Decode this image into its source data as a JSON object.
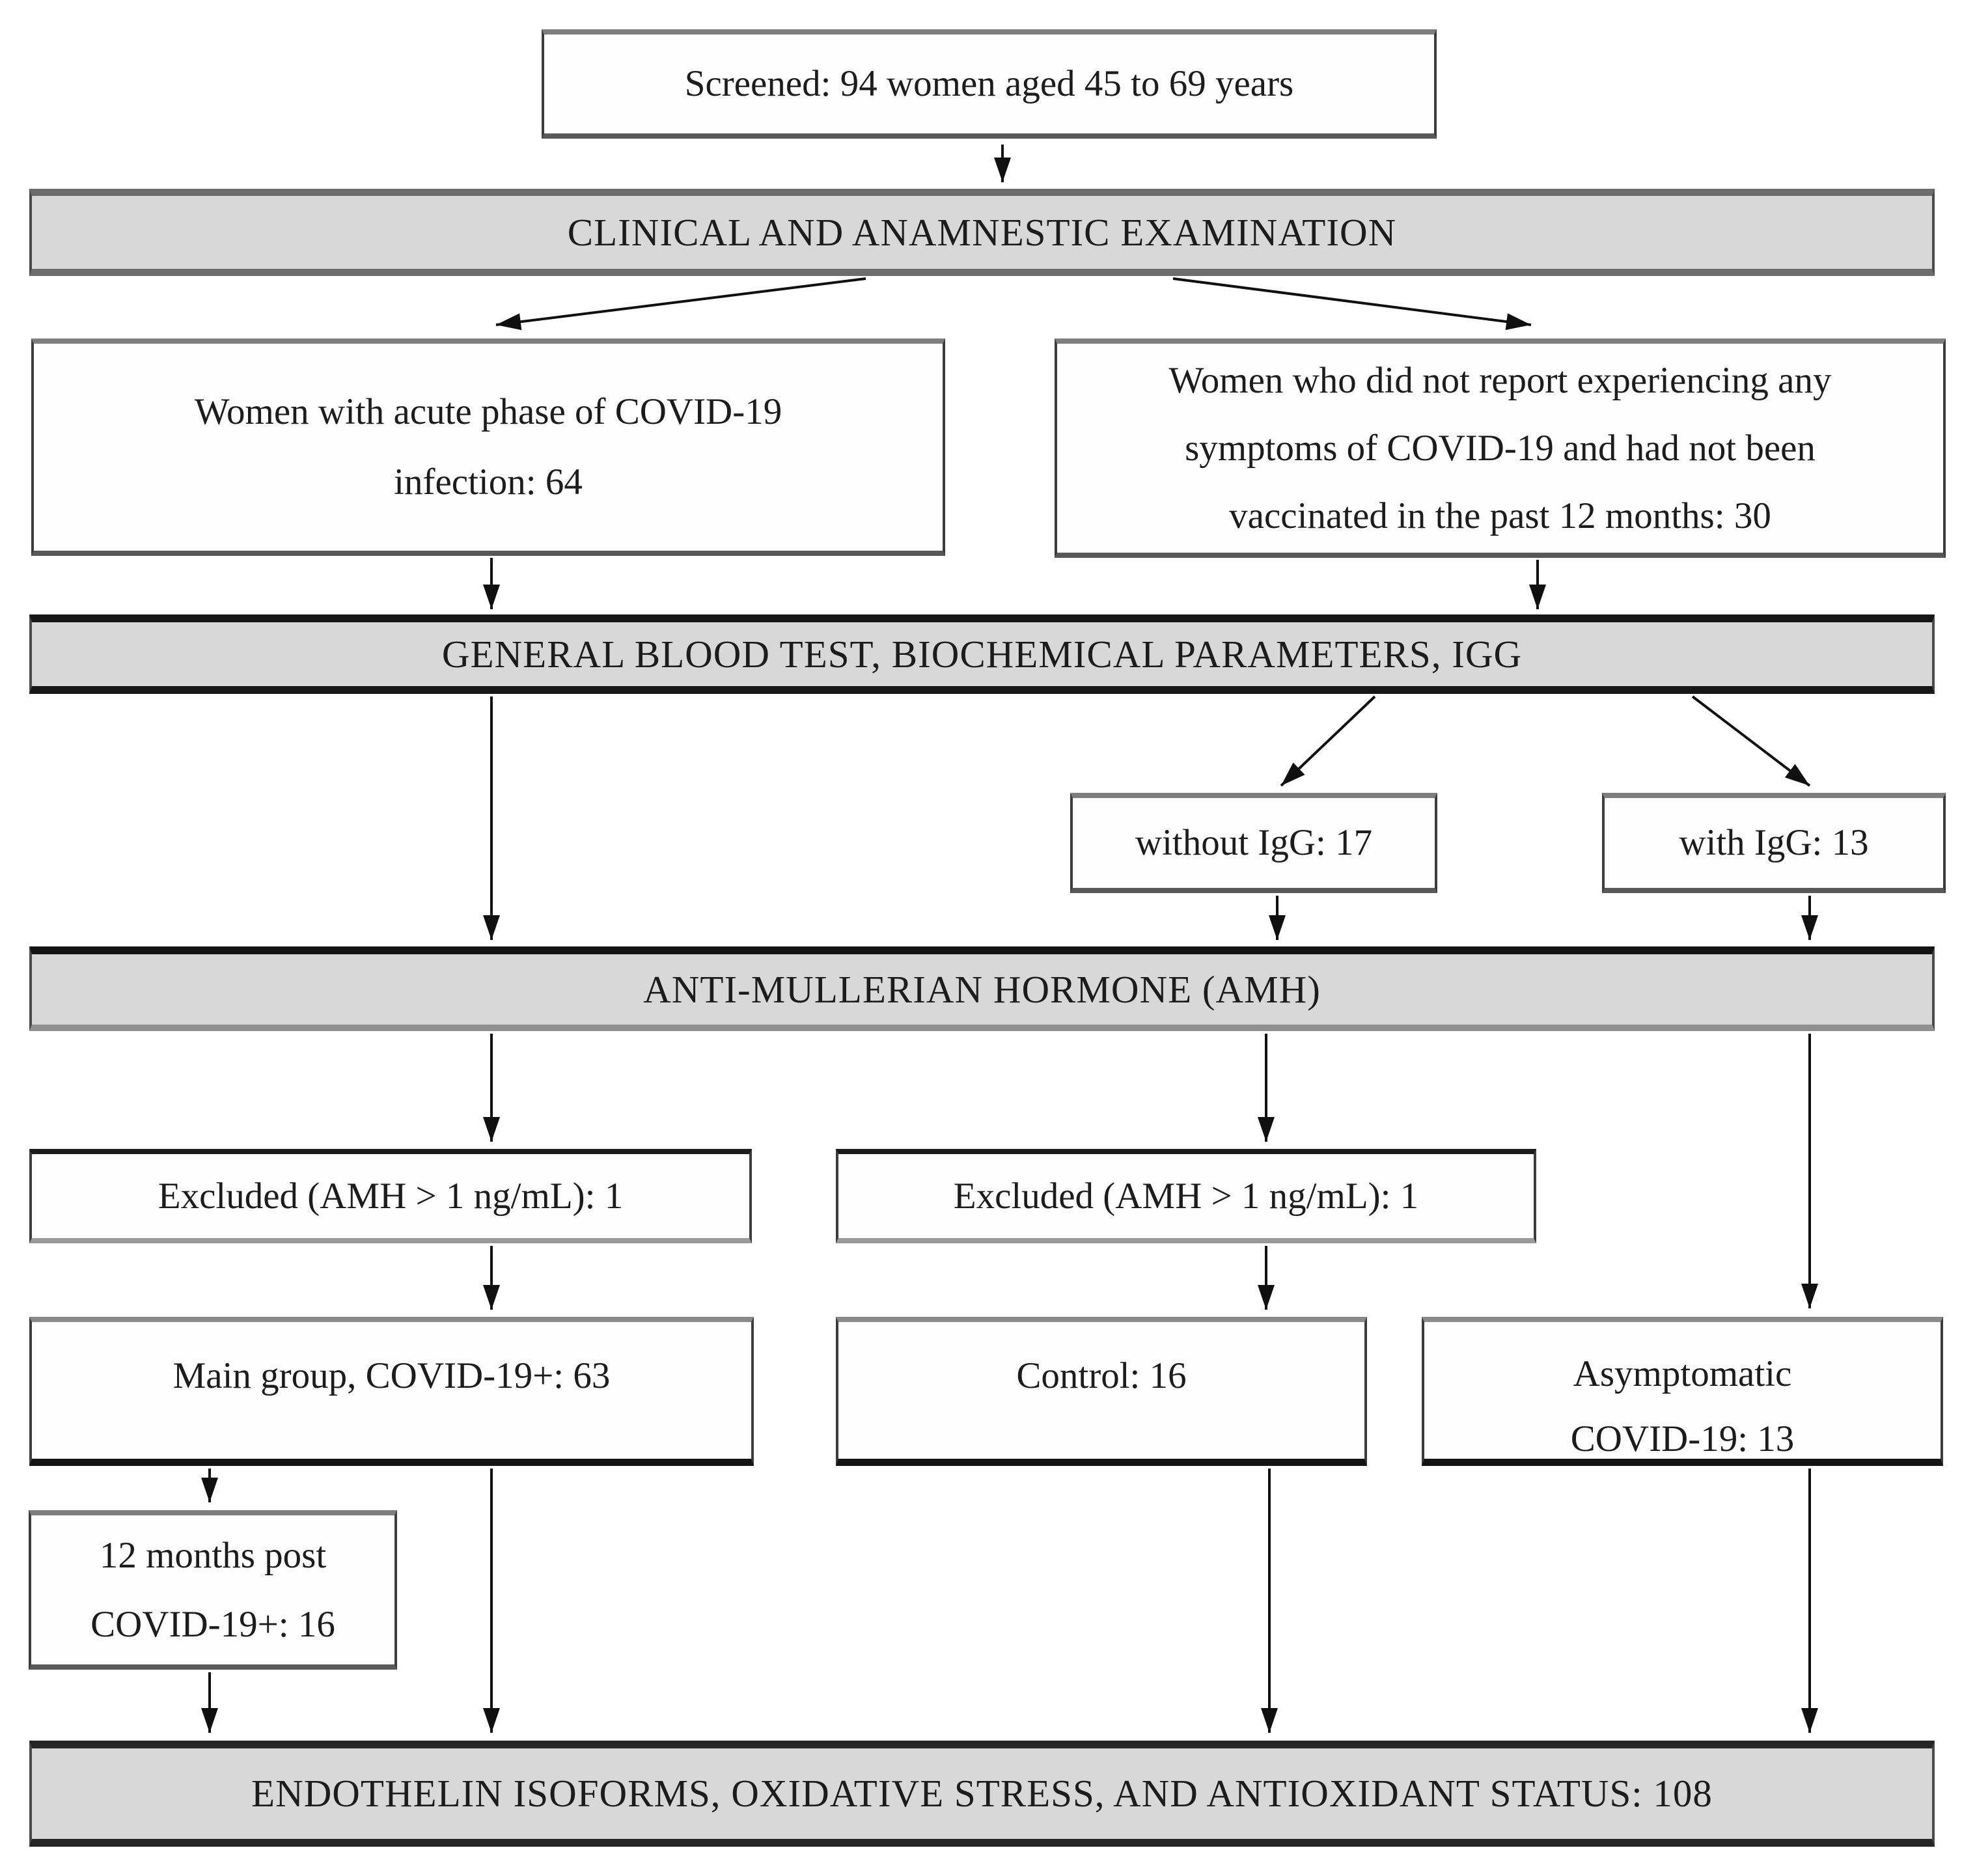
{
  "figure": {
    "nodes": {
      "screened": "Screened: 94 women aged 45 to 69 years",
      "clinical_band": "CLINICAL AND ANAMNESTIC EXAMINATION",
      "acute": {
        "line1": "Women with acute phase of COVID-19",
        "line2": "infection: 64"
      },
      "no_symptoms": {
        "line1": "Women who did not report experiencing any",
        "line2": "symptoms of COVID-19 and had not been",
        "line3": "vaccinated in the past 12 months: 30"
      },
      "blood_band": "GENERAL BLOOD TEST, BIOCHEMICAL PARAMETERS, IGG",
      "without_igg": "without IgG: 17",
      "with_igg": "with IgG: 13",
      "amh_band": "ANTI-MULLERIAN HORMONE (AMH)",
      "excluded_left": "Excluded (AMH > 1 ng/mL): 1",
      "excluded_middle": "Excluded (AMH > 1 ng/mL): 1",
      "main_group": "Main group, COVID-19+: 63",
      "control": "Control: 16",
      "asymptomatic": {
        "line1": "Asymptomatic",
        "line2": "COVID-19: 13"
      },
      "post_12_months": {
        "line1": "12 months post",
        "line2": "COVID-19+: 16"
      },
      "endothelin_band": "ENDOTHELIN ISOFORMS, OXIDATIVE STRESS, AND ANTIOXIDANT STATUS: 108"
    },
    "colors": {
      "band_fill": "#d8d8d8",
      "box_fill": "#fdfdfd",
      "border_gray": "#7e7e7e",
      "border_dark": "#171717",
      "arrow": "#101010",
      "text": "#1c1c1c",
      "background": "#ffffff"
    }
  }
}
